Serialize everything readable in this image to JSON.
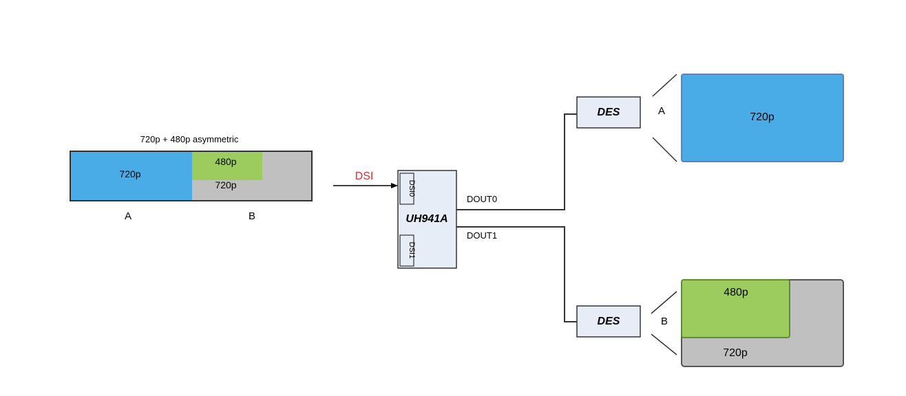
{
  "source_frame": {
    "caption": "720p + 480p asymmetric",
    "region_a_label": "720p",
    "region_b_top_label": "480p",
    "region_b_bottom_label": "720p",
    "column_a": "A",
    "column_b": "B"
  },
  "input": {
    "label": "DSI"
  },
  "serializer": {
    "name": "UH941A",
    "port0": "DSI0",
    "port1": "DSI1"
  },
  "outputs": {
    "dout0": "DOUT0",
    "dout1": "DOUT1"
  },
  "deserializers": {
    "top": {
      "name": "DES",
      "channel": "A"
    },
    "bottom": {
      "name": "DES",
      "channel": "B"
    }
  },
  "displays": {
    "a": {
      "label": "720p"
    },
    "b": {
      "inner_label": "480p",
      "outer_label": "720p"
    }
  },
  "colors": {
    "blue": "#4aace6",
    "green": "#9ccb5e",
    "gray": "#c0c0c0",
    "box_fill": "#e6edf6",
    "red": "#e8282b"
  }
}
